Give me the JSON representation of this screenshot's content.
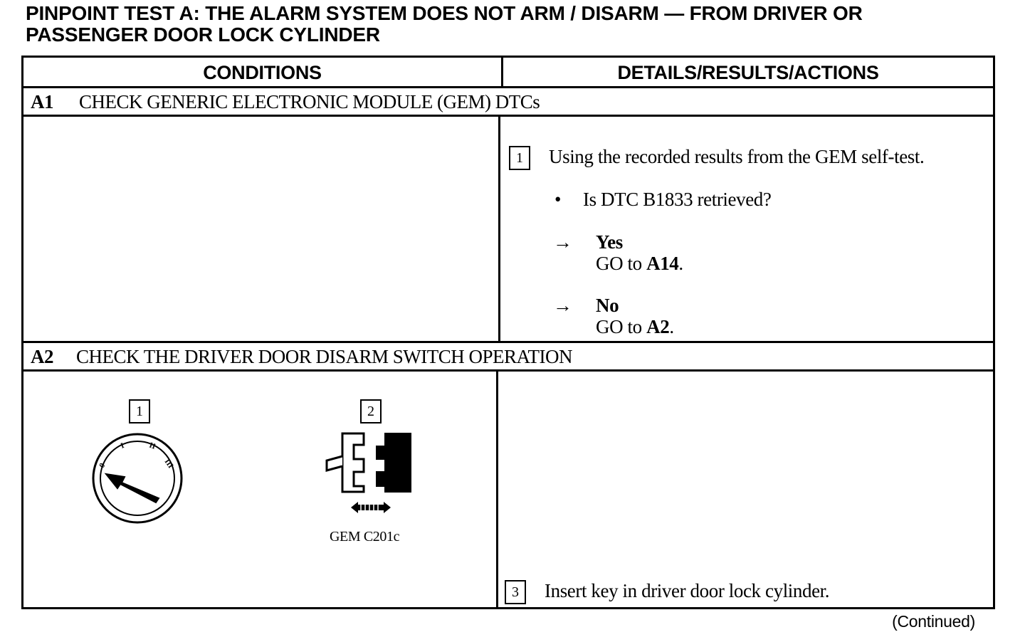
{
  "title": {
    "line1": "PINPOINT TEST A: THE ALARM SYSTEM DOES NOT ARM / DISARM — FROM DRIVER OR",
    "line2": "PASSENGER DOOR LOCK CYLINDER"
  },
  "table": {
    "col_conditions": "CONDITIONS",
    "col_details": "DETAILS/RESULTS/ACTIONS"
  },
  "a1": {
    "id": "A1",
    "heading": "CHECK GENERIC ELECTRONIC MODULE (GEM) DTCs",
    "step_num": "1",
    "step_text": "Using the recorded results from the GEM self-test.",
    "bullet": "•",
    "question": "Is DTC B1833 retrieved?",
    "arrow": "→",
    "yes_label": "Yes",
    "yes_goto": "GO to",
    "yes_target": "A14",
    "period": ".",
    "no_label": "No",
    "no_goto": "GO to",
    "no_target": "A2"
  },
  "a2": {
    "id": "A2",
    "heading": "CHECK THE DRIVER DOOR DISARM SWITCH OPERATION",
    "fig1_num": "1",
    "fig2_num": "2",
    "ign_labels": [
      "0",
      "I",
      "II",
      "III"
    ],
    "connector_label": "GEM C201c",
    "step3_num": "3",
    "step3_text": "Insert key in driver door lock cylinder."
  },
  "footer": {
    "continued": "(Continued)"
  }
}
